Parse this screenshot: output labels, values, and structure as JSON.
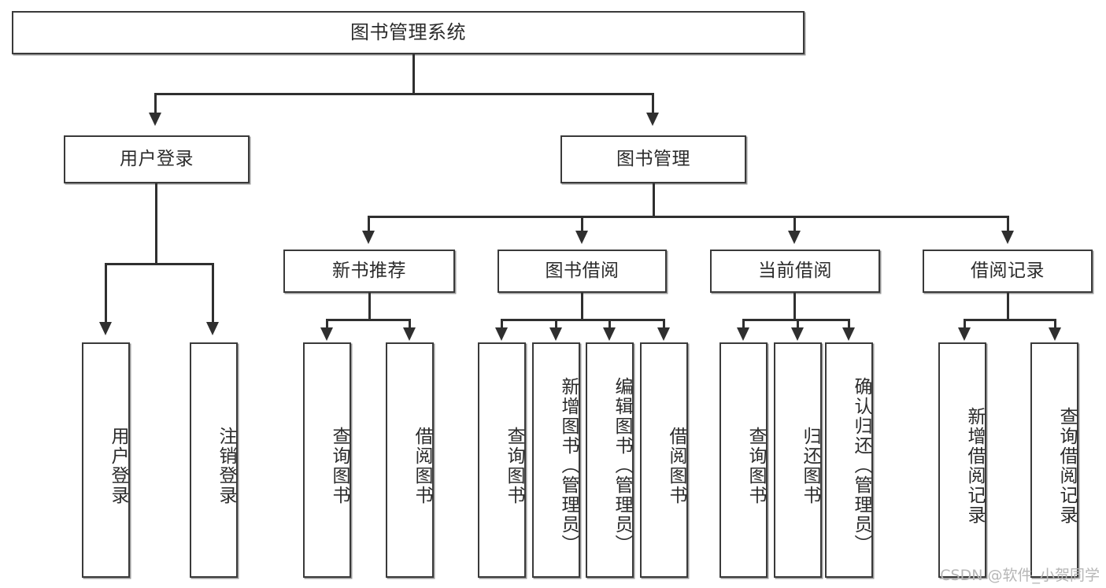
{
  "diagram": {
    "type": "tree",
    "title": "图书管理系统",
    "root": {
      "label": "图书管理系统"
    },
    "level1": [
      {
        "label": "用户登录"
      },
      {
        "label": "图书管理"
      }
    ],
    "level2": [
      {
        "label": "新书推荐",
        "parent": "图书管理"
      },
      {
        "label": "图书借阅",
        "parent": "图书管理"
      },
      {
        "label": "当前借阅",
        "parent": "图书管理"
      },
      {
        "label": "借阅记录",
        "parent": "图书管理"
      }
    ],
    "leaves": {
      "user_login": [
        {
          "label": "用户登录"
        },
        {
          "label": "注销登录"
        }
      ],
      "new_book_recommend": [
        {
          "label": "查询图书"
        },
        {
          "label": "借阅图书"
        }
      ],
      "book_borrow": [
        {
          "label": "查询图书"
        },
        {
          "label": "新增图书（管理员）"
        },
        {
          "label": "编辑图书（管理员）"
        },
        {
          "label": "借阅图书"
        }
      ],
      "current_borrow": [
        {
          "label": "查询图书"
        },
        {
          "label": "归还图书"
        },
        {
          "label": "确认归还（管理员）"
        }
      ],
      "borrow_record": [
        {
          "label": "新增借阅记录"
        },
        {
          "label": "查询借阅记录"
        }
      ]
    }
  },
  "watermark": {
    "text": "CSDN @软件_小贺同学"
  },
  "colors": {
    "border": "#3a3a3a",
    "line": "#2f2f2f",
    "text": "#2b2b2b",
    "background": "#ffffff",
    "watermark": "#b6b6b6"
  }
}
